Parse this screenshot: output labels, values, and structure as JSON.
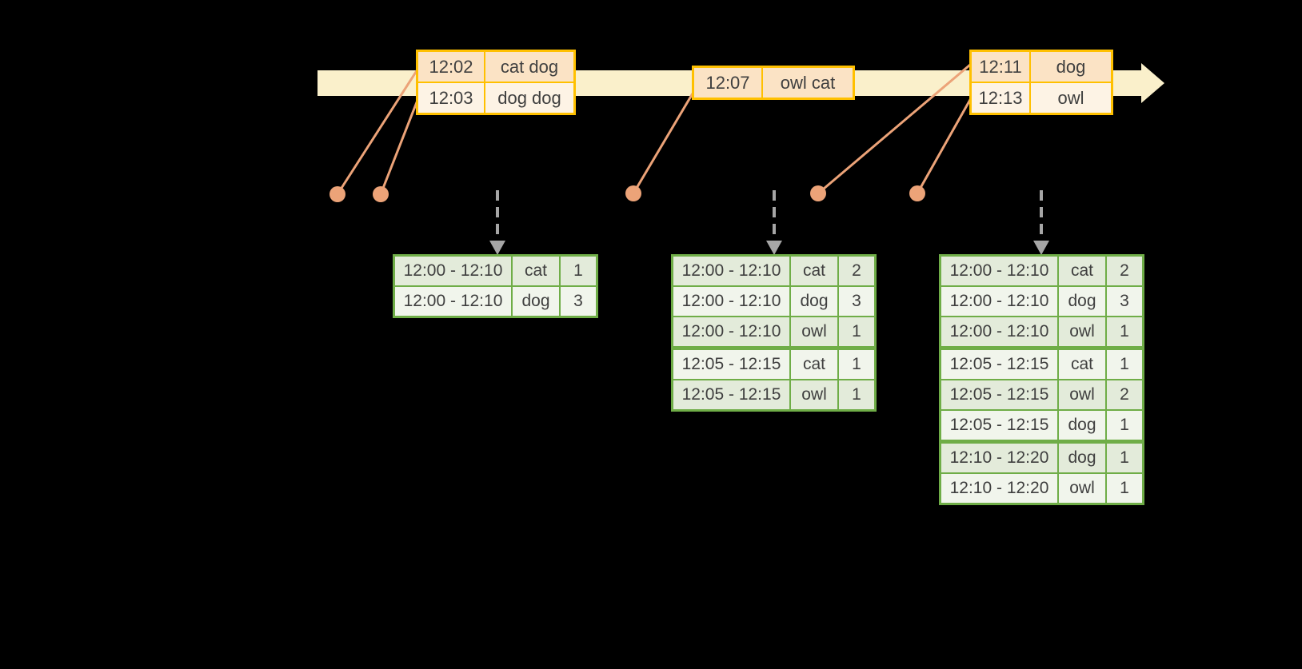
{
  "diagram": {
    "kind": "windowed-streaming-aggregation",
    "background": "#000000"
  },
  "colors": {
    "timeline_fill": "#faf0cb",
    "event_table_border": "#ffc000",
    "event_row_dark": "#fbe3c5",
    "event_row_light": "#fdf3e5",
    "dot_and_line": "#eca378",
    "result_table_border": "#6fad47",
    "result_row_dark": "#e3ebda",
    "result_row_light": "#f1f5ec",
    "trigger_arrow": "#a6a6a6",
    "text": "#3f3f3f"
  },
  "event_tables": [
    {
      "rows": [
        {
          "time": "12:02",
          "words": "cat dog"
        },
        {
          "time": "12:03",
          "words": "dog dog"
        }
      ]
    },
    {
      "rows": [
        {
          "time": "12:07",
          "words": "owl cat"
        }
      ]
    },
    {
      "rows": [
        {
          "time": "12:11",
          "words": "dog"
        },
        {
          "time": "12:13",
          "words": "owl"
        }
      ]
    }
  ],
  "result_tables": [
    {
      "rows": [
        {
          "window": "12:00 - 12:10",
          "word": "cat",
          "count": "1"
        },
        {
          "window": "12:00 - 12:10",
          "word": "dog",
          "count": "3"
        }
      ]
    },
    {
      "rows": [
        {
          "window": "12:00 - 12:10",
          "word": "cat",
          "count": "2"
        },
        {
          "window": "12:00 - 12:10",
          "word": "dog",
          "count": "3"
        },
        {
          "window": "12:00 - 12:10",
          "word": "owl",
          "count": "1"
        },
        {
          "window": "12:05 - 12:15",
          "word": "cat",
          "count": "1"
        },
        {
          "window": "12:05 - 12:15",
          "word": "owl",
          "count": "1"
        }
      ]
    },
    {
      "rows": [
        {
          "window": "12:00 - 12:10",
          "word": "cat",
          "count": "2"
        },
        {
          "window": "12:00 - 12:10",
          "word": "dog",
          "count": "3"
        },
        {
          "window": "12:00 - 12:10",
          "word": "owl",
          "count": "1"
        },
        {
          "window": "12:05 - 12:15",
          "word": "cat",
          "count": "1"
        },
        {
          "window": "12:05 - 12:15",
          "word": "owl",
          "count": "2"
        },
        {
          "window": "12:05 - 12:15",
          "word": "dog",
          "count": "1"
        },
        {
          "window": "12:10 - 12:20",
          "word": "dog",
          "count": "1"
        },
        {
          "window": "12:10 - 12:20",
          "word": "owl",
          "count": "1"
        }
      ]
    }
  ]
}
